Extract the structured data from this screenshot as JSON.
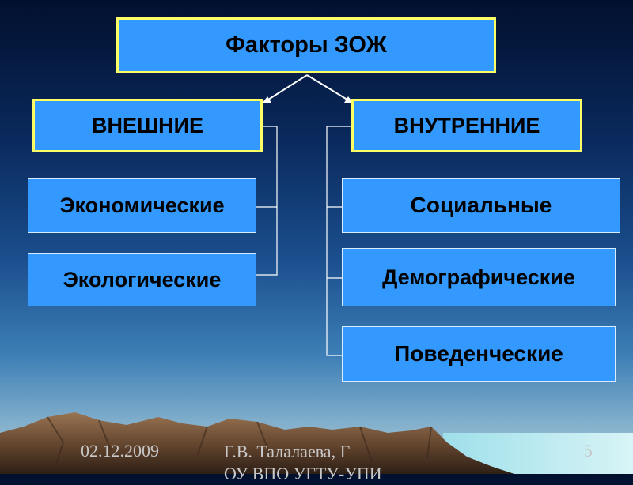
{
  "diagram": {
    "title": "Факторы ЗОЖ",
    "branches": [
      {
        "label": "ВНЕШНИЕ",
        "items": [
          "Экономические",
          "Экологические"
        ]
      },
      {
        "label": "ВНУТРЕННИЕ",
        "items": [
          "Социальные",
          "Демографические",
          "Поведенческие"
        ]
      }
    ]
  },
  "footer": {
    "date": "02.12.2009",
    "author": "Г.В. Талалаева, Г",
    "org": "ОУ ВПО УГТУ-УПИ",
    "page": "5"
  }
}
